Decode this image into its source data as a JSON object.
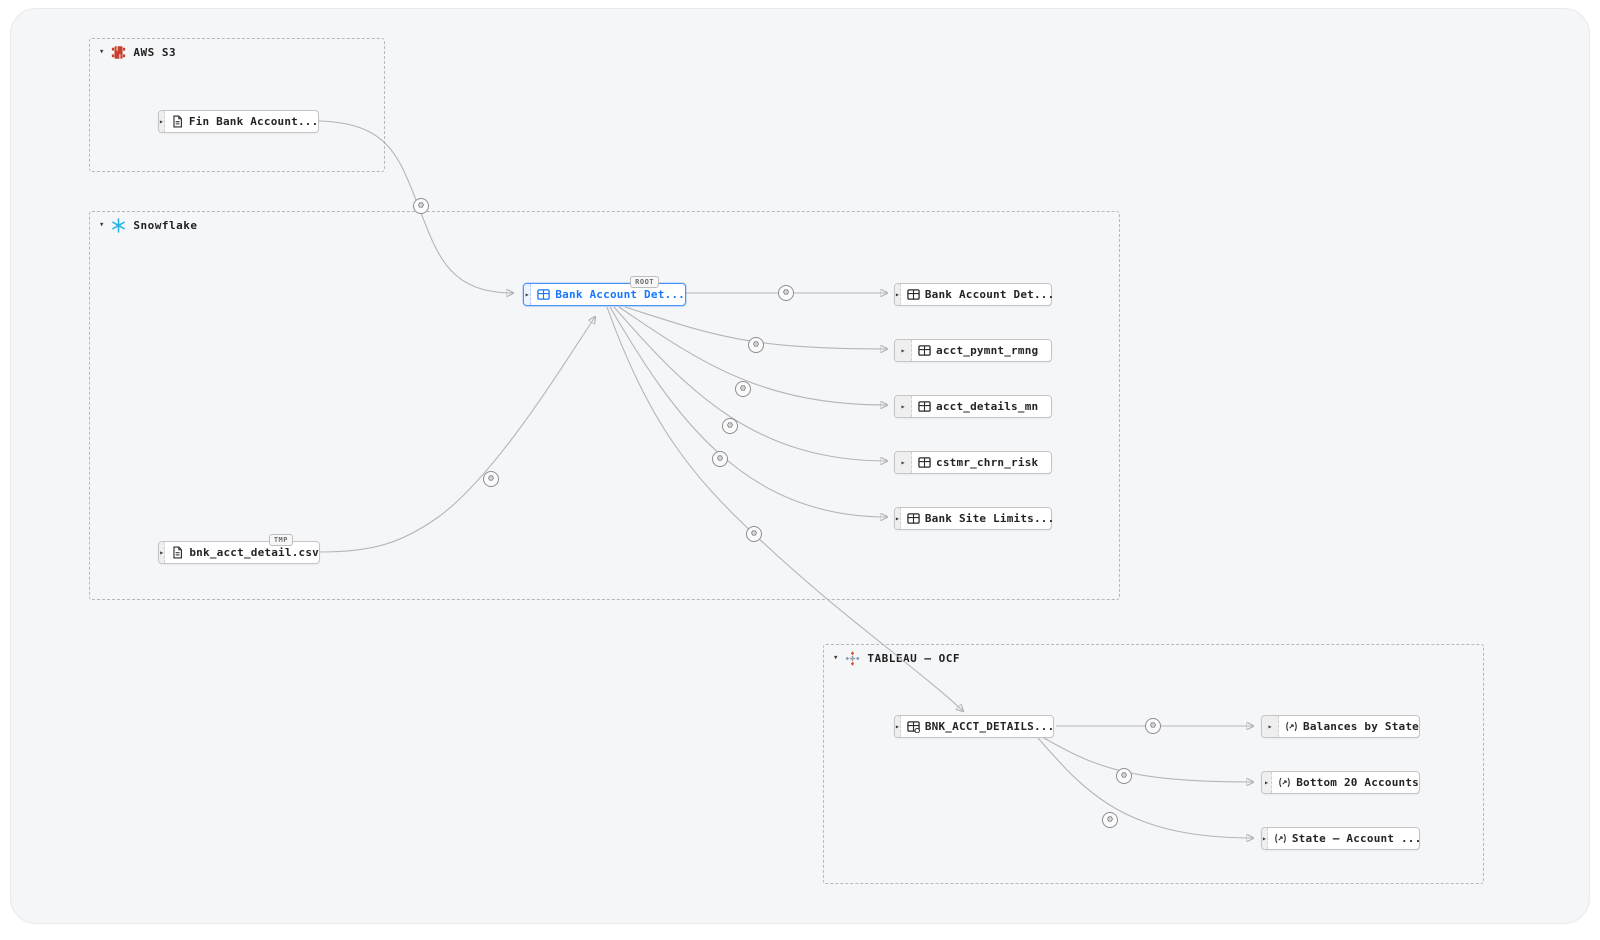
{
  "groups": [
    {
      "id": "s3",
      "label": "AWS S3"
    },
    {
      "id": "snowflake",
      "label": "Snowflake"
    },
    {
      "id": "tableau",
      "label": "TABLEAU – OCF"
    }
  ],
  "nodes": {
    "fin_bank_account": {
      "label": "Fin Bank Account...",
      "type": "file"
    },
    "root": {
      "label": "Bank Account Det...",
      "type": "table",
      "badge": "ROOT",
      "selected": true
    },
    "bank_account_det": {
      "label": "Bank Account Det...",
      "type": "table"
    },
    "acct_pymnt_rmng": {
      "label": "acct_pymnt_rmng",
      "type": "table"
    },
    "acct_details_mn": {
      "label": "acct_details_mn",
      "type": "table"
    },
    "cstmr_chrn_risk": {
      "label": "cstmr_chrn_risk",
      "type": "table"
    },
    "bank_site_limits": {
      "label": "Bank Site Limits...",
      "type": "table"
    },
    "bnk_acct_detail_csv": {
      "label": "bnk_acct_detail.csv",
      "type": "file",
      "badge": "TMP"
    },
    "bnk_acct_details": {
      "label": "BNK_ACCT_DETAILS...",
      "type": "datasource"
    },
    "balances_by_state": {
      "label": "Balances by State",
      "type": "sheet"
    },
    "bottom_20_accounts": {
      "label": "Bottom 20 Accounts",
      "type": "sheet"
    },
    "state_account": {
      "label": "State – Account ...",
      "type": "sheet"
    }
  },
  "icons": {
    "caret_expanded": "▾",
    "node_chevron": "▸",
    "process": "⚙"
  },
  "colors": {
    "canvas_bg": "#f5f6f8",
    "accent_blue": "#1677ff",
    "snowflake_blue": "#29b5e8",
    "s3_red": "#c7402d",
    "edge_gray": "#b5b5b8"
  }
}
